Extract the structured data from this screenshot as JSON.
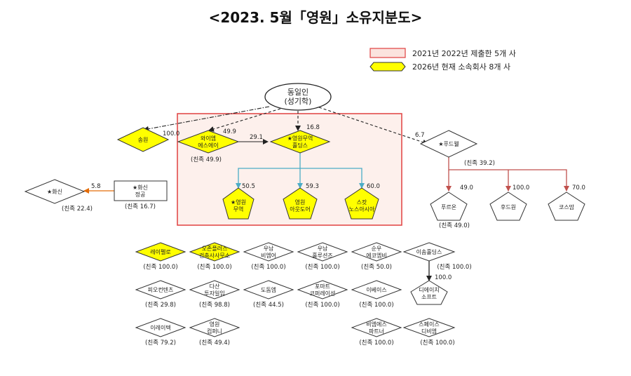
{
  "title": "<2023. 5월「영원」소유지분도>",
  "legend": {
    "red_box": "2021년 2022년 제출한 5개 사",
    "yellow_box": "2026년 현재 소속회사 8개 사"
  },
  "colors": {
    "yellow": "#ffff00",
    "legend_red_fill": "#fbe3de",
    "legend_red_border": "#e04040",
    "group_border": "#e04040",
    "group_fill": "#fdf0ec",
    "teal": "#4bacc6",
    "dark_red": "#c0504d",
    "orange": "#e36c09",
    "stroke": "#333333"
  },
  "nodes": {
    "person": {
      "line1": "동일인",
      "line2": "(성기학)"
    },
    "seongwoo": {
      "line1": "송원",
      "kin": ""
    },
    "yi_es": {
      "line1": "와이엠",
      "line2": "에스에이",
      "kin": "(친족 49.9)"
    },
    "yw_holdings": {
      "line1": "★영원무역",
      "line2": "홀딩스",
      "kin": ""
    },
    "yw_trade": {
      "line1": "★영원",
      "line2": "무역",
      "kin": ""
    },
    "yw_outdoor": {
      "line1": "영원",
      "line2": "아웃도어",
      "kin": ""
    },
    "scott": {
      "line1": "스캇",
      "line2": "노스아시아",
      "kin": ""
    },
    "food": {
      "line1": "★푸드웰",
      "kin": "(친족 39.2)"
    },
    "hwasin": {
      "line1": "★화신",
      "kin": "(친족 22.4)"
    },
    "hwasin_jg": {
      "line1": "★화신",
      "line2": "정공",
      "kin": "(친족 16.7)"
    },
    "puron": {
      "line1": "푸르온",
      "kin": "(친족 49.0)"
    },
    "foodwon": {
      "line1": "후드원",
      "kin": ""
    },
    "kosmo": {
      "line1": "코스맘",
      "kin": ""
    },
    "rayfellow": {
      "line1": "레이펠로",
      "kin": "(친족 100.0)"
    },
    "ojonlines": {
      "line1": "오존플러스",
      "line2": "건축사사무소",
      "kin": "(친족 100.0)"
    },
    "unam_vm": {
      "line1": "우남",
      "line2": "비엠어",
      "kin": "(친족 100.0)"
    },
    "unam_hs": {
      "line1": "우남",
      "line2": "홀루션즈",
      "kin": "(친족 100.0)"
    },
    "sunwoo": {
      "line1": "순우",
      "line2": "에코엠비",
      "kin": "(친족 50.0)"
    },
    "iseum": {
      "line1": "이솜홀딩스",
      "kin": "(친족 100.0)"
    },
    "design_soft": {
      "line1": "디에이치",
      "line2": "소프트",
      "kin": ""
    },
    "pio": {
      "line1": "피오컨텐츠",
      "kin": "(친족 29.8)"
    },
    "dasan": {
      "line1": "다산",
      "line2": "투자일임",
      "kin": "(친족 98.8)"
    },
    "dodam": {
      "line1": "도돔엠",
      "kin": "(친족 44.5)"
    },
    "mart": {
      "line1": "포마트",
      "line2": "코퍼레이션",
      "kin": "(친족 100.0)"
    },
    "ib": {
      "line1": "이베이스",
      "kin": "(친족 100.0)"
    },
    "eleven": {
      "line1": "이레이텍",
      "kin": "(친족 79.2)"
    },
    "ywc": {
      "line1": "영원",
      "line2": "컴퍼니",
      "kin": "(친족 49.4)"
    },
    "bms": {
      "line1": "비엠에스",
      "line2": "파트너",
      "kin": "(친족 100.0)"
    },
    "space": {
      "line1": "스페이스",
      "line2": "디비엠",
      "kin": "(친족 100.0)"
    }
  },
  "edges": {
    "person_seongwoo": "100.0",
    "person_yies": "49.9",
    "person_holdings": "16.8",
    "person_food": "6.7",
    "yies_holdings": "29.1",
    "holdings_trade": "50.5",
    "holdings_outdoor": "59.3",
    "holdings_scott": "60.0",
    "hwasinjg_hwasin": "5.8",
    "food_puron": "49.0",
    "food_foodwon": "100.0",
    "food_kosmo": "70.0",
    "iseum_design": "100.0"
  }
}
